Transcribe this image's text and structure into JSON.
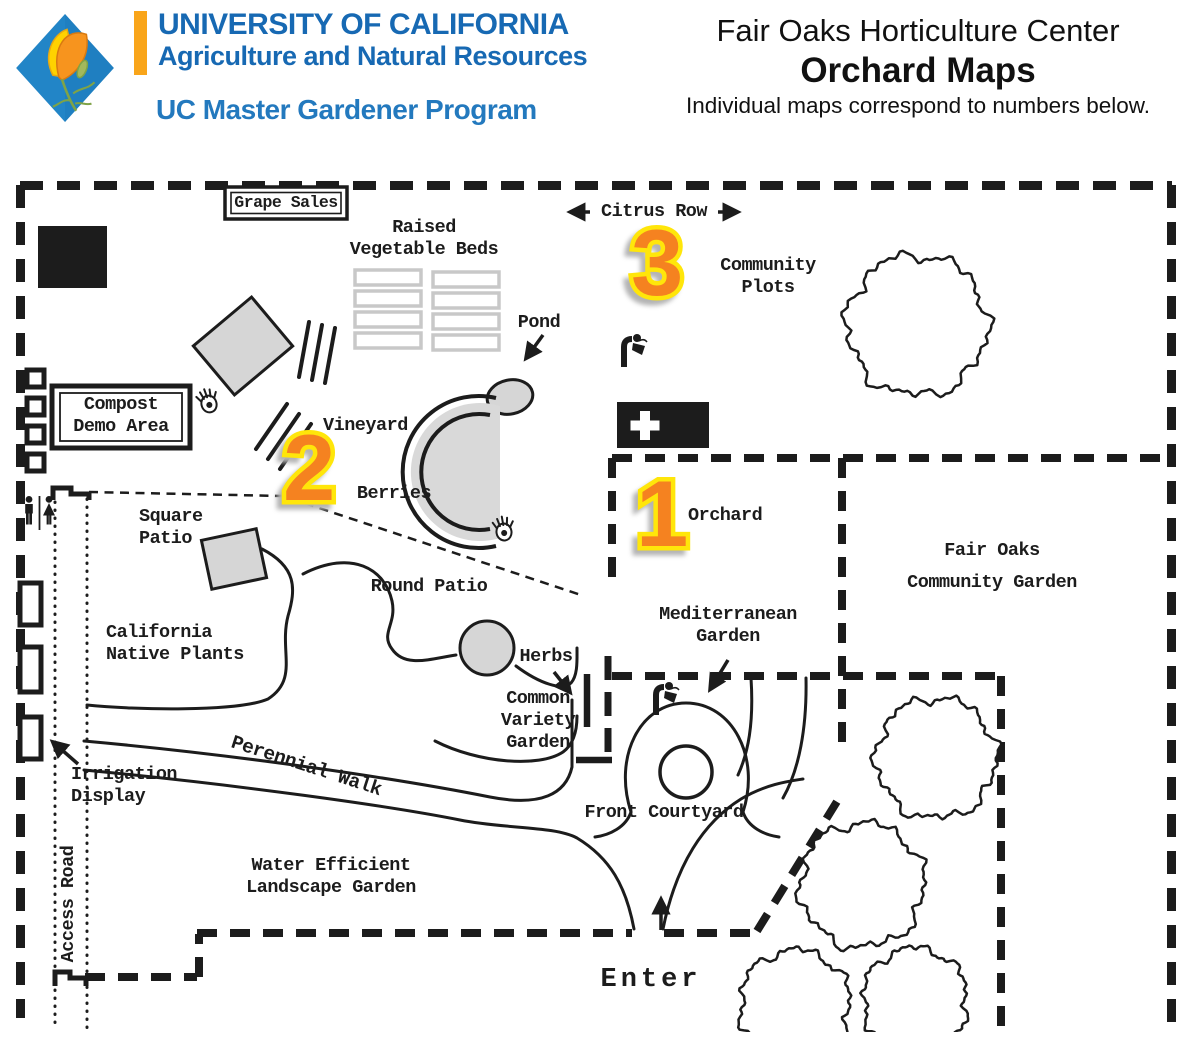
{
  "header": {
    "university": "UNIVERSITY OF CALIFORNIA",
    "division": "Agriculture and Natural Resources",
    "program": "UC Master Gardener Program",
    "title": "Fair Oaks Horticulture Center",
    "subtitle": "Orchard Maps",
    "note": "Individual maps correspond to numbers below."
  },
  "map": {
    "labels": {
      "grape_sales": "Grape Sales",
      "raised_beds": "Raised\nVegetable Beds",
      "citrus_row": "Citrus Row",
      "community_plots": "Community\nPlots",
      "pond": "Pond",
      "compost": "Compost\nDemo Area",
      "vineyard": "Vineyard",
      "berries": "Berries",
      "square_patio": "Square\nPatio",
      "round_patio": "Round Patio",
      "california_native": "California\nNative Plants",
      "herbs": "Herbs",
      "common_variety": "Common\nVariety\nGarden",
      "orchard": "Orchard",
      "mediterranean": "Mediterranean\nGarden",
      "fair_oaks_cg": "Fair Oaks\nCommunity Garden",
      "front_courtyard": "Front Courtyard",
      "perennial_walk": "Perennial Walk",
      "irrigation": "Irrigation\nDisplay",
      "water_efficient": "Water Efficient\nLandscape Garden",
      "access_road": "Access Road",
      "enter": "Enter"
    },
    "numbers": {
      "orchard": "1",
      "vineyard": "2",
      "citrus_row": "3"
    },
    "icons": {
      "citrus_arrow_left": "left-arrow",
      "citrus_arrow_right": "right-arrow",
      "drinking_fountain": "drinking-fountain pictogram",
      "hand": "hand with dot",
      "restroom": "man and woman pictograms",
      "first_aid": "black box with white cross",
      "tree": "scribbled tree canopy"
    },
    "colors": {
      "uc_blue": "#1769B3",
      "uc_blue_light": "#2379BE",
      "uc_gold": "#F9A51A",
      "logo_blue": "#2285C7",
      "poppy_orange": "#F7941E",
      "poppy_yellow": "#FFD200",
      "number_fill": "#F58220",
      "number_outline": "#FFE60A",
      "ink": "#1C1C1C",
      "fill_gray": "#D6D6D6"
    }
  }
}
